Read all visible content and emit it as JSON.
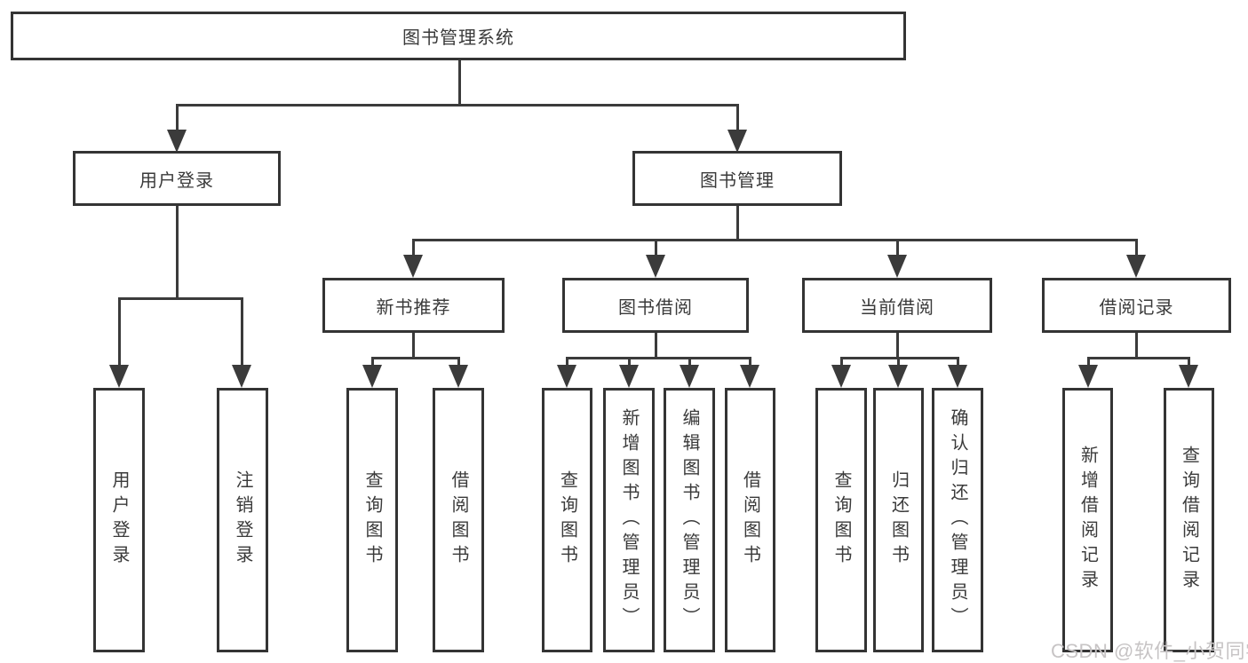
{
  "tree": {
    "root": "图书管理系统",
    "branches": [
      {
        "label": "用户登录",
        "children": [
          "用户登录",
          "注销登录"
        ]
      },
      {
        "label": "图书管理",
        "groups": [
          {
            "label": "新书推荐",
            "children": [
              "查询图书",
              "借阅图书"
            ]
          },
          {
            "label": "图书借阅",
            "children": [
              "查询图书",
              "新增图书（管理员）",
              "编辑图书（管理员）",
              "借阅图书"
            ]
          },
          {
            "label": "当前借阅",
            "children": [
              "查询图书",
              "归还图书",
              "确认归还（管理员）"
            ]
          },
          {
            "label": "借阅记录",
            "children": [
              "新增借阅记录",
              "查询借阅记录"
            ]
          }
        ]
      }
    ]
  },
  "watermark": "CSDN @软件_小贺同学",
  "colors": {
    "line": "#3b3b3b",
    "box_border": "#343434",
    "text": "#3a3a3a",
    "watermark": "#c7c4c5",
    "background": "#ffffff"
  }
}
